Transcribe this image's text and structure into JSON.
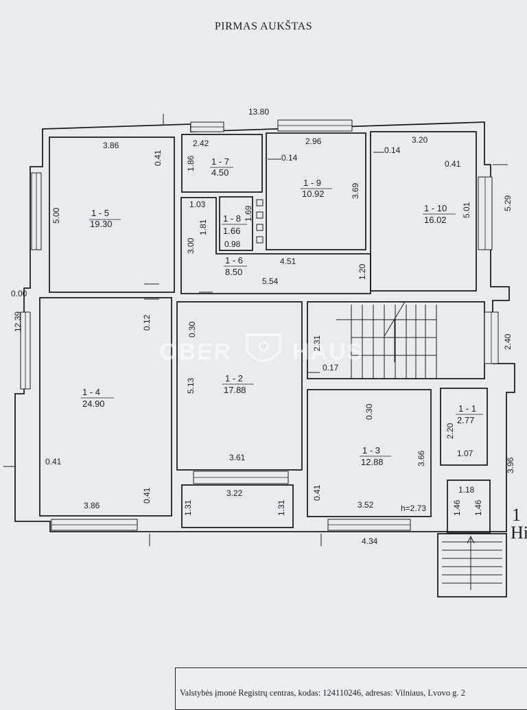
{
  "title": "PIRMAS AUKŠTAS",
  "watermark": {
    "left": "OBER",
    "right": "HAUS"
  },
  "edge_marks": {
    "top": "1",
    "bottom": "Hi"
  },
  "footer": "Valstybės įmonė Registrų centras, kodas: 124110246, adresas: Vilniaus, Lvovo g. 2",
  "rooms": {
    "r15": {
      "id": "1 - 5",
      "area": "19.30"
    },
    "r14": {
      "id": "1 - 4",
      "area": "24.90"
    },
    "r17": {
      "id": "1 - 7",
      "area": "4.50"
    },
    "r18": {
      "id": "1 - 8",
      "area": "1.66"
    },
    "r16": {
      "id": "1 - 6",
      "area": "8.50"
    },
    "r19": {
      "id": "1 - 9",
      "area": "10.92"
    },
    "r110": {
      "id": "1 - 10",
      "area": "16.02"
    },
    "r12": {
      "id": "1 - 2",
      "area": "17.88"
    },
    "r13": {
      "id": "1 - 3",
      "area": "12.88"
    },
    "r11": {
      "id": "1 - 1",
      "area": "2.77"
    }
  },
  "dims": {
    "d1380": "13.80",
    "d386a": "3.86",
    "d041a": "0.41",
    "d500": "5.00",
    "d242": "2.42",
    "d186": "1.86",
    "d296": "2.96",
    "d014a": "0.14",
    "d014b": "0.14",
    "d320": "3.20",
    "d041b": "0.41",
    "d529": "5.29",
    "d501": "5.01",
    "d369": "3.69",
    "d103": "1.03",
    "d181": "1.81",
    "d169": "1.69",
    "d098": "0.98",
    "d300a": "3.00",
    "d451": "4.51",
    "d554": "5.54",
    "d120": "1.20",
    "d000": "0.00",
    "d1239": "12.39",
    "d012": "0.12",
    "d030a": "0.30",
    "d231": "2.31",
    "d017": "0.17",
    "d240": "2.40",
    "d513": "5.13",
    "d030b": "0.30",
    "d220": "2.20",
    "d366": "3.66",
    "d107": "1.07",
    "d041c": "0.41",
    "d361": "3.61",
    "d118": "1.18",
    "d146a": "1.46",
    "d146b": "1.46",
    "d396": "3.96",
    "d041d": "0.41",
    "d386b": "3.86",
    "d322": "3.22",
    "d131a": "1.31",
    "d131b": "1.31",
    "d041e": "0.41",
    "d352": "3.52",
    "h": "h=2.73",
    "d434": "4.34"
  }
}
